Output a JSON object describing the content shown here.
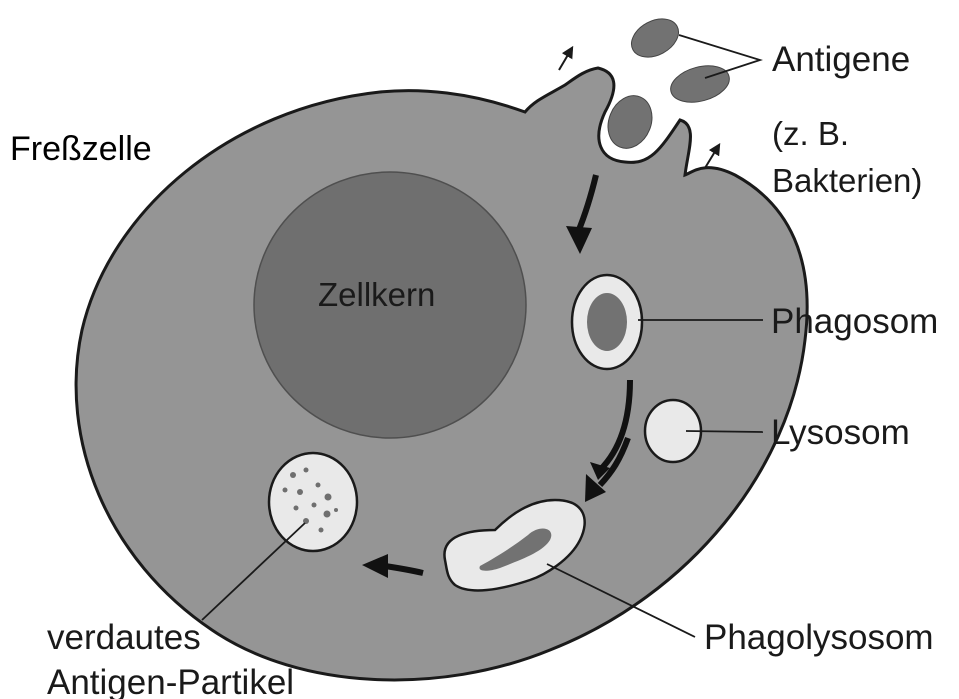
{
  "diagram": {
    "cell_label": "Freßzelle",
    "nucleus_label": "Zellkern",
    "antigen_label": "Antigene",
    "antigen_example_line1": "(z. B.",
    "antigen_example_line2": "Bakterien)",
    "phagosome_label": "Phagosom",
    "lysosome_label": "Lysosom",
    "phagolysosome_label": "Phagolysosom",
    "digested_label_line1": "verdautes",
    "digested_label_line2": "Antigen-Partikel"
  },
  "colors": {
    "cell_fill": "#959595",
    "nucleus_fill": "#6f6f6f",
    "vesicle_fill": "#e9e9e9",
    "antigen_fill": "#727272",
    "outline": "#1a1a1a"
  }
}
